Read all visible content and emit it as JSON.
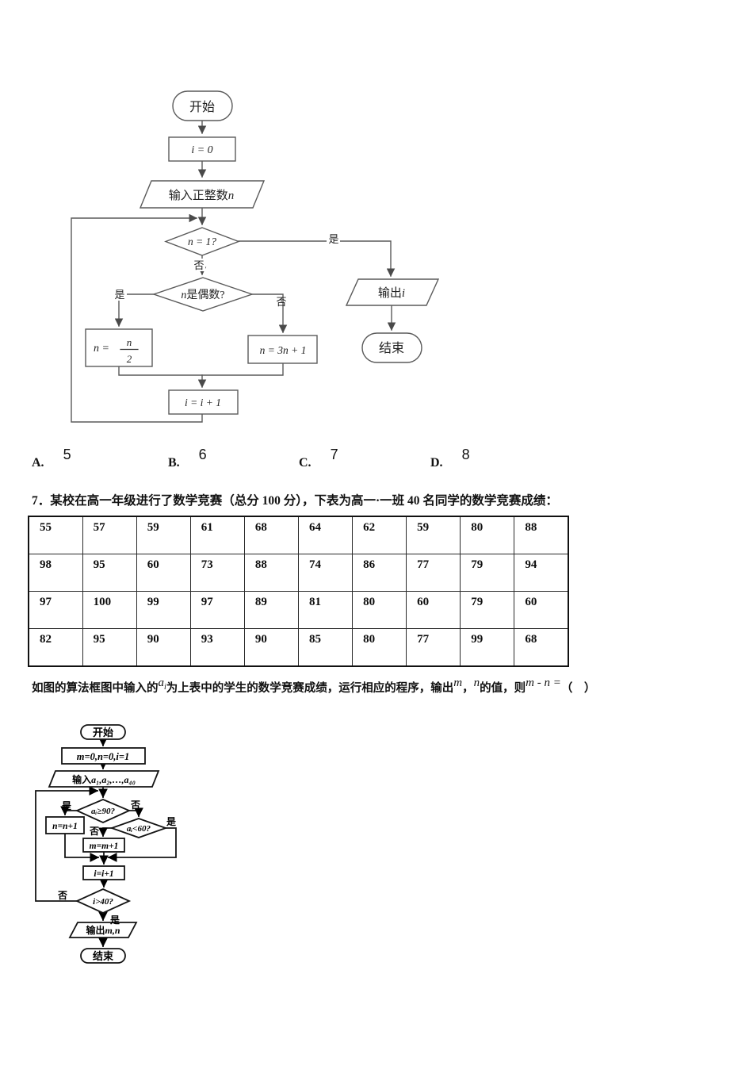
{
  "flowchart1": {
    "start": "开始",
    "init": "i = 0",
    "input_prefix": "输入正整数",
    "input_var": "n",
    "cond1": "n = 1?",
    "cond2_var": "n",
    "cond2_suffix": "是偶数?",
    "yes": "是",
    "no": "否",
    "assign_left_lhs": "n =",
    "assign_left_num": "n",
    "assign_left_den": "2",
    "assign_right": "n = 3n + 1",
    "increment": "i = i + 1",
    "output_prefix": "输出",
    "output_var": "i",
    "end": "结束"
  },
  "options": {
    "a_label": "A.",
    "a_value": "5",
    "b_label": "B.",
    "b_value": "6",
    "c_label": "C.",
    "c_value": "7",
    "d_label": "D.",
    "d_value": "8"
  },
  "question7": "7．某校在高一年级进行了数学竞赛（总分 100 分），下表为高一·一班 40 名同学的数学竞赛成绩：",
  "score_table": {
    "rows": [
      [
        55,
        57,
        59,
        61,
        68,
        64,
        62,
        59,
        80,
        88
      ],
      [
        98,
        95,
        60,
        73,
        88,
        74,
        86,
        77,
        79,
        94
      ],
      [
        97,
        100,
        99,
        97,
        89,
        81,
        80,
        60,
        79,
        60
      ],
      [
        82,
        95,
        90,
        93,
        90,
        85,
        80,
        77,
        99,
        68
      ]
    ]
  },
  "paragraph": {
    "part1": "如图的算法框图中输入的",
    "ai_base": "a",
    "ai_sub": "i",
    "part2": "为上表中的学生的数学竞赛成绩，运行相应的程序，输出",
    "m_var": "m",
    "comma": "，",
    "n_var": "n",
    "part3": "的值，则",
    "expr": "m - n =",
    "part4": "（　）"
  },
  "flowchart2": {
    "start": "开始",
    "init": "m=0,n=0,i=1",
    "input_prefix": "输入",
    "input_vars": "a₁,a₂,…,a₄₀",
    "cond1": "aᵢ≥90?",
    "cond2": "aᵢ<60?",
    "n_inc": "n=n+1",
    "m_inc": "m=m+1",
    "i_inc": "i=i+1",
    "cond3": "i>40?",
    "output_prefix": "输出",
    "output_vars": "m,n",
    "end": "结束",
    "yes": "是",
    "no": "否"
  }
}
